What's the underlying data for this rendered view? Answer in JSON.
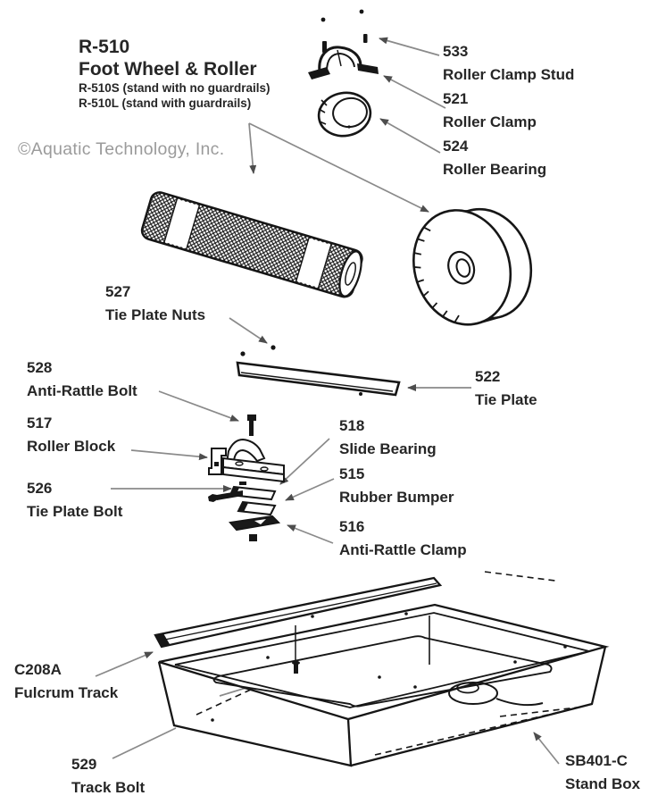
{
  "title_block": {
    "model": "R-510",
    "product": "Foot Wheel & Roller",
    "variant_s": "R-510S (stand with no guardrails)",
    "variant_l": "R-510L (stand with guardrails)"
  },
  "watermark": "©Aquatic Technology, Inc.",
  "parts": [
    {
      "number": "533",
      "name": "Roller Clamp Stud"
    },
    {
      "number": "521",
      "name": "Roller Clamp"
    },
    {
      "number": "524",
      "name": "Roller Bearing"
    },
    {
      "number": "527",
      "name": "Tie Plate Nuts"
    },
    {
      "number": "528",
      "name": "Anti-Rattle Bolt"
    },
    {
      "number": "522",
      "name": "Tie Plate"
    },
    {
      "number": "517",
      "name": "Roller Block"
    },
    {
      "number": "518",
      "name": "Slide Bearing"
    },
    {
      "number": "526",
      "name": "Tie Plate Bolt"
    },
    {
      "number": "515",
      "name": "Rubber Bumper"
    },
    {
      "number": "516",
      "name": "Anti-Rattle Clamp"
    },
    {
      "number": "C208A",
      "name": "Fulcrum Track"
    },
    {
      "number": "529",
      "name": "Track Bolt"
    },
    {
      "number": "SB401-C",
      "name": "Stand Box"
    }
  ],
  "colors": {
    "line": "#161616",
    "text": "#262626",
    "arrow": "#8a8a8a",
    "arrowhead": "#4d4d4d",
    "watermark": "#9b9b9b",
    "background": "#ffffff"
  }
}
